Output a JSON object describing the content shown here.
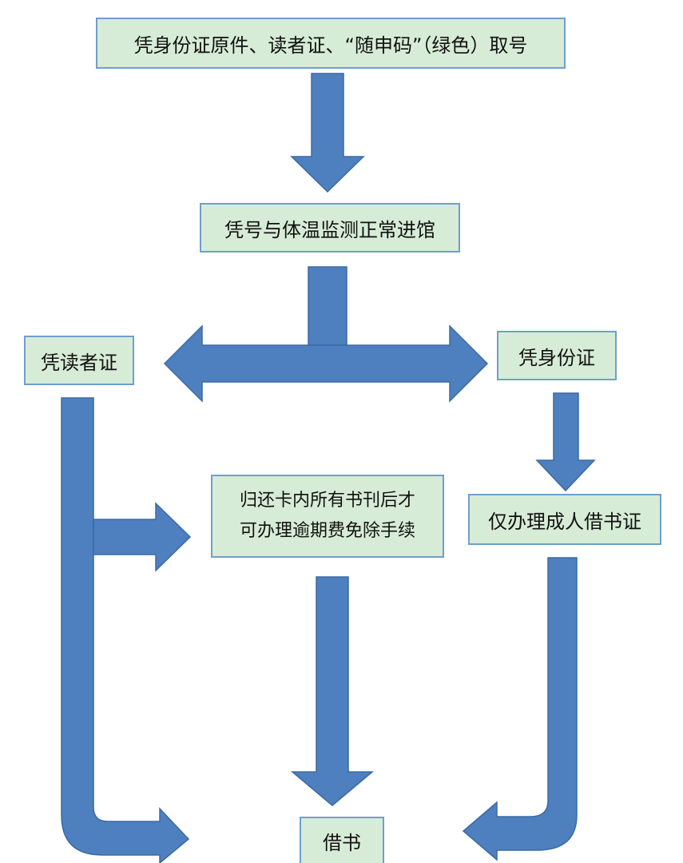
{
  "diagram": {
    "arrow_color": "#4e7fbf",
    "arrow_edge": "#3b6aa3",
    "box_fill": "#d7ecd6",
    "box_border": "#6f9fcc",
    "nodes": {
      "step1": "凭身份证原件、读者证、“随申码”（绿色）取号",
      "step2": "凭号与体温监测正常进馆",
      "branch_left": "凭读者证",
      "branch_right": "凭身份证",
      "note_line1": "归还卡内所有书刊后才",
      "note_line2": "可办理逾期费免除手续",
      "right_step": "仅办理成人借书证",
      "final": "借书"
    }
  }
}
